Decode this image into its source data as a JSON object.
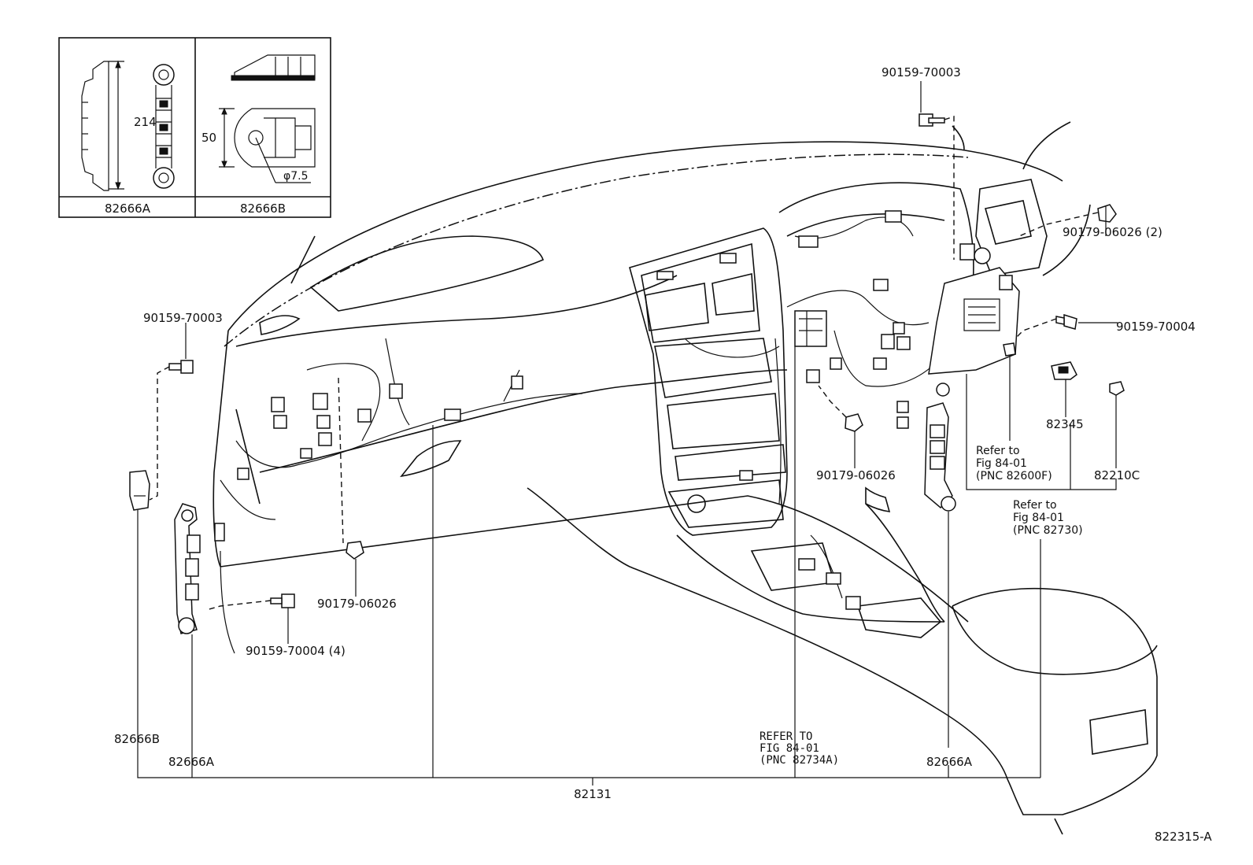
{
  "inset": {
    "left_label": "82666A",
    "right_label": "82666B",
    "dim_length": "214",
    "dim_height": "50",
    "dim_hole": "φ7.5"
  },
  "callouts": {
    "bolt_top": "90159-70003",
    "nut_right_2": "90179-06026 (2)",
    "bolt_right": "90159-70004",
    "bolt_left": "90159-70003",
    "part_82345": "82345",
    "refer_fig_82600f": [
      "Refer to",
      "Fig 84-01",
      "(PNC 82600F)"
    ],
    "part_82210c": "82210C",
    "refer_fig_82730": [
      "Refer to",
      "Fig 84-01",
      "(PNC 82730)"
    ],
    "nut_center": "90179-06026",
    "nut_left": "90179-06026",
    "bolt_left_4": "90159-70004 (4)",
    "clamp_b_left": "82666B",
    "clamp_a_left": "82666A",
    "refer_fig_82734a": [
      "REFER TO",
      "FIG 84-01",
      "(PNC 82734A)"
    ],
    "clamp_a_right": "82666A",
    "wire_harness": "82131"
  },
  "figure_id": "822315-A"
}
